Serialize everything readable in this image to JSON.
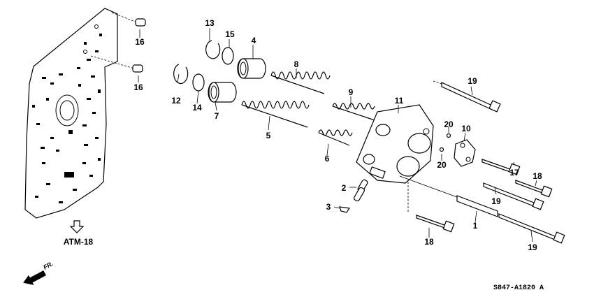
{
  "callouts": {
    "c1": "1",
    "c2": "2",
    "c3": "3",
    "c4": "4",
    "c5": "5",
    "c6": "6",
    "c7": "7",
    "c8": "8",
    "c9": "9",
    "c10": "10",
    "c11": "11",
    "c12": "12",
    "c13": "13",
    "c14": "14",
    "c15": "15",
    "c16a": "16",
    "c16b": "16",
    "c17": "17",
    "c18a": "18",
    "c18b": "18",
    "c19a": "19",
    "c19b": "19",
    "c19c": "19",
    "c20a": "20",
    "c20b": "20"
  },
  "reference": {
    "arrow_icon": "hollow-down-arrow-icon",
    "label": "ATM-18"
  },
  "front_indicator": {
    "label": "FR.",
    "icon": "front-direction-arrow-icon"
  },
  "diagram_code": "S847-A1820 A"
}
